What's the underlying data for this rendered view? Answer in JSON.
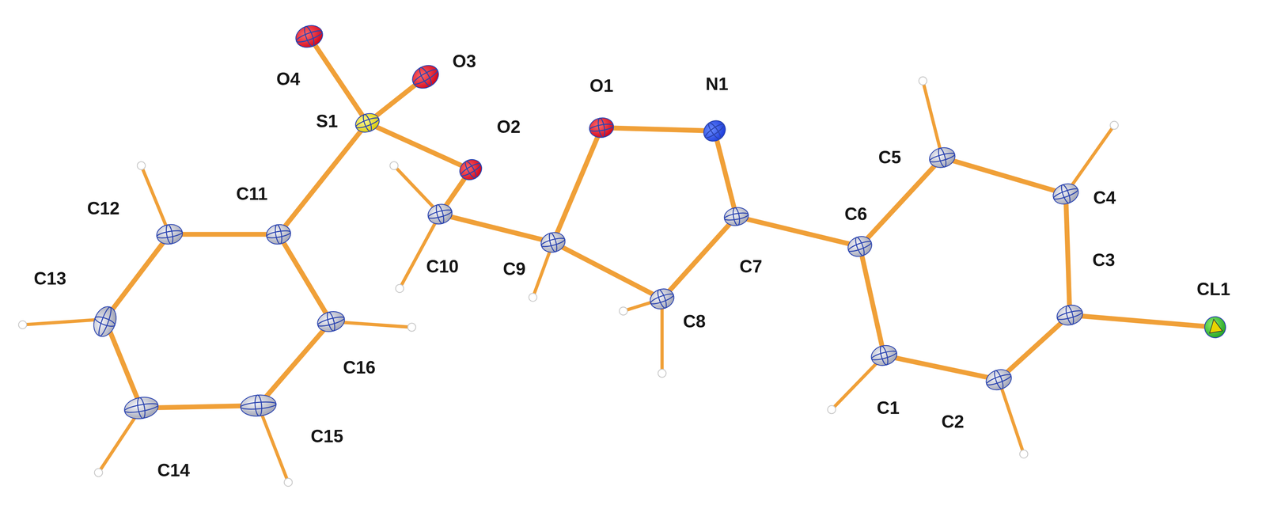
{
  "diagram": {
    "labels": [
      "O4",
      "O3",
      "S1",
      "O2",
      "O1",
      "N1",
      "C5",
      "C4",
      "C11",
      "C12",
      "C13",
      "C10",
      "C9",
      "C7",
      "C6",
      "C3",
      "CL1",
      "C16",
      "C8",
      "C1",
      "C2",
      "C15",
      "C14"
    ]
  }
}
